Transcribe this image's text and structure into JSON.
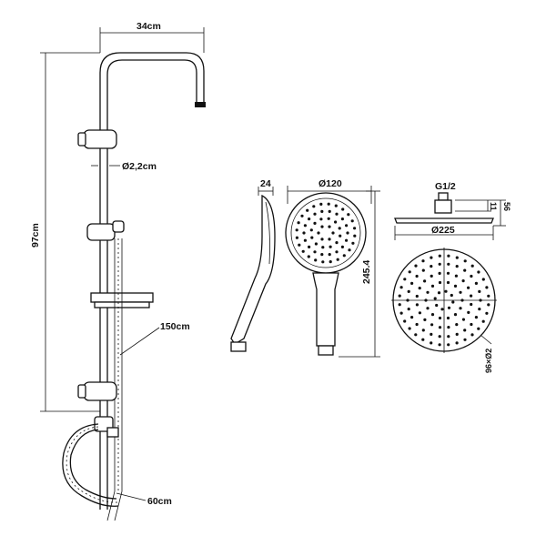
{
  "drawing": {
    "colors": {
      "line": "#111111",
      "background": "#ffffff"
    },
    "labels": {
      "arm_width": "34cm",
      "total_height": "97cm",
      "pipe_diameter": "Ø2,2cm",
      "hose_length": "150cm",
      "bottom_hose": "60cm",
      "hand_thickness": "24",
      "hand_diameter": "Ø120",
      "hand_length": "245.4",
      "overhead_thread": "G1/2",
      "overhead_small": "11",
      "overhead_height": "56",
      "overhead_diameter": "Ø225",
      "nozzle_count": "96×Ø2"
    }
  }
}
